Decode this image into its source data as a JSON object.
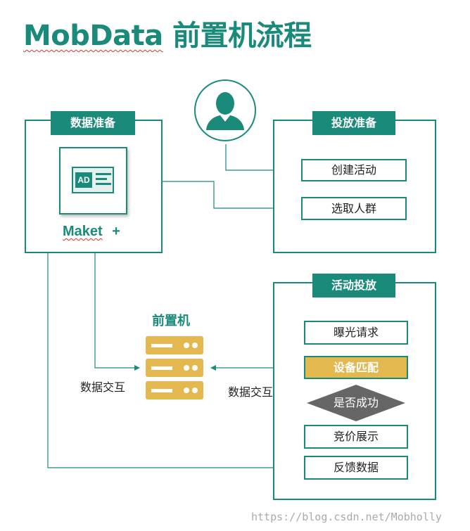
{
  "title": {
    "brand": "MobData",
    "rest": " 前置机流程"
  },
  "data_prep": {
    "tag": "数据准备",
    "ad_label": "AD",
    "maket_label": "Maket",
    "plus": "+"
  },
  "delivery_prep": {
    "tag": "投放准备",
    "steps": [
      "创建活动",
      "选取人群"
    ]
  },
  "campaign": {
    "tag": "活动投放",
    "steps": [
      "曝光请求",
      "设备匹配",
      "是否成功",
      "竞价展示",
      "反馈数据"
    ]
  },
  "front_machine": {
    "label": "前置机"
  },
  "interaction_labels": {
    "left": "数据交互",
    "right": "数据交互"
  },
  "watermark": "https://blog.csdn.net/Mobholly",
  "colors": {
    "teal": "#1a8a7a",
    "gold": "#e2b84f",
    "gray": "#666666"
  }
}
